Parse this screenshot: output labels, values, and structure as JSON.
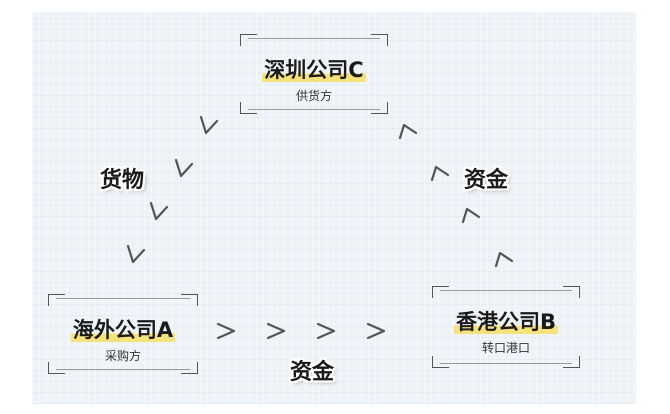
{
  "nodes": {
    "shenzhen": {
      "title": "深圳公司C",
      "subtitle": "供货方"
    },
    "overseas": {
      "title": "海外公司A",
      "subtitle": "采购方"
    },
    "hongkong": {
      "title": "香港公司B",
      "subtitle": "转口港口"
    }
  },
  "edges": {
    "goods": {
      "label": "货物"
    },
    "funds_to_c": {
      "label": "资金"
    },
    "funds_to_b": {
      "label": "资金"
    }
  },
  "colors": {
    "highlight": "#f6e27a",
    "panel_background": "#eef3f8",
    "text": "#1a1a1a",
    "arrow": "#555555"
  },
  "icons": {
    "arrow_marker": "chevron-arrow-icon",
    "node_frame": "corner-bracket-frame"
  }
}
